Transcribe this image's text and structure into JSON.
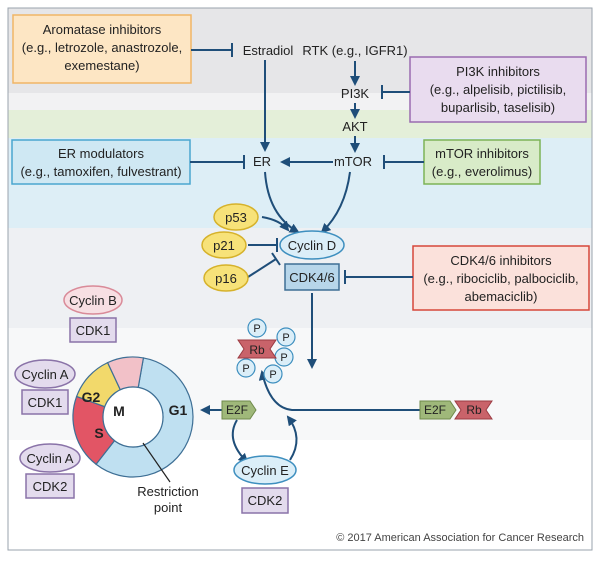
{
  "boxes": {
    "aromatase": {
      "lines": [
        "Aromatase inhibitors",
        "(e.g., letrozole, anastrozole,",
        "exemestane)"
      ],
      "fill": "#fde6c4",
      "stroke": "#f0b566"
    },
    "pi3k_inh": {
      "lines": [
        "PI3K inhibitors",
        "(e.g., alpelisib, pictilisib,",
        "buparlisib, taselisib)"
      ],
      "fill": "#e9dcef",
      "stroke": "#9a6bb0"
    },
    "er_mod": {
      "lines": [
        "ER modulators",
        "(e.g., tamoxifen, fulvestrant)"
      ],
      "fill": "#cfe8f3",
      "stroke": "#4aa6cf"
    },
    "mtor_inh": {
      "lines": [
        "mTOR inhibitors",
        "(e.g., everolimus)"
      ],
      "fill": "#d8ebc8",
      "stroke": "#7db357"
    },
    "cdk_inh": {
      "lines": [
        "CDK4/6 inhibitors",
        "(e.g., ribociclib, palbociclib,",
        "abemaciclib)"
      ],
      "fill": "#fbe1db",
      "stroke": "#d6473a"
    }
  },
  "pathway": {
    "estradiol": "Estradiol",
    "rtk": "RTK (e.g., IGFR1)",
    "pi3k": "PI3K",
    "akt": "AKT",
    "er": "ER",
    "mtor": "mTOR"
  },
  "regulators": {
    "p53": "p53",
    "p21": "p21",
    "p16": "p16"
  },
  "complexes": {
    "cyclin_d": "Cyclin D",
    "cdk46": "CDK4/6",
    "cyclin_b": "Cyclin B",
    "cdk1_b": "CDK1",
    "cyclin_a1": "Cyclin A",
    "cdk1_a": "CDK1",
    "cyclin_a2": "Cyclin A",
    "cdk2_a": "CDK2",
    "cyclin_e": "Cyclin E",
    "cdk2_e": "CDK2"
  },
  "rb_complex": {
    "rb": "Rb",
    "phos": [
      "P",
      "P",
      "P",
      "P",
      "P"
    ]
  },
  "e2f": {
    "free": "E2F",
    "bound": "E2F",
    "rb": "Rb"
  },
  "cycle": {
    "phases": [
      "G1",
      "S",
      "G2",
      "M"
    ],
    "restriction": [
      "Restriction",
      "point"
    ]
  },
  "copyright": "© 2017 American Association for Cancer Research",
  "colors": {
    "arrow": "#1f4e79",
    "band_grey": "#e6e6e8",
    "band_green": "#e4efd9",
    "band_blue": "#ddeef6",
    "band_lightgrey": "#f0f1f3",
    "yellow": "#f7e279",
    "yellow_stroke": "#d6b22b",
    "cyclin_fill": "#dbeef8",
    "cyclin_stroke": "#3e8fbf",
    "cdk_fill": "#b7d6ea",
    "cdk_stroke": "#3e6f95",
    "purple_fill": "#e3dbed",
    "purple_stroke": "#8a73a8",
    "pink_fill": "#f7dfe3",
    "pink_stroke": "#d98a98",
    "g1": "#bfe0f1",
    "s": "#e25565",
    "g2": "#f2d96b",
    "m": "#f2c1c8",
    "e2f_fill": "#9fb87a",
    "rb_fill": "#c9636a"
  }
}
